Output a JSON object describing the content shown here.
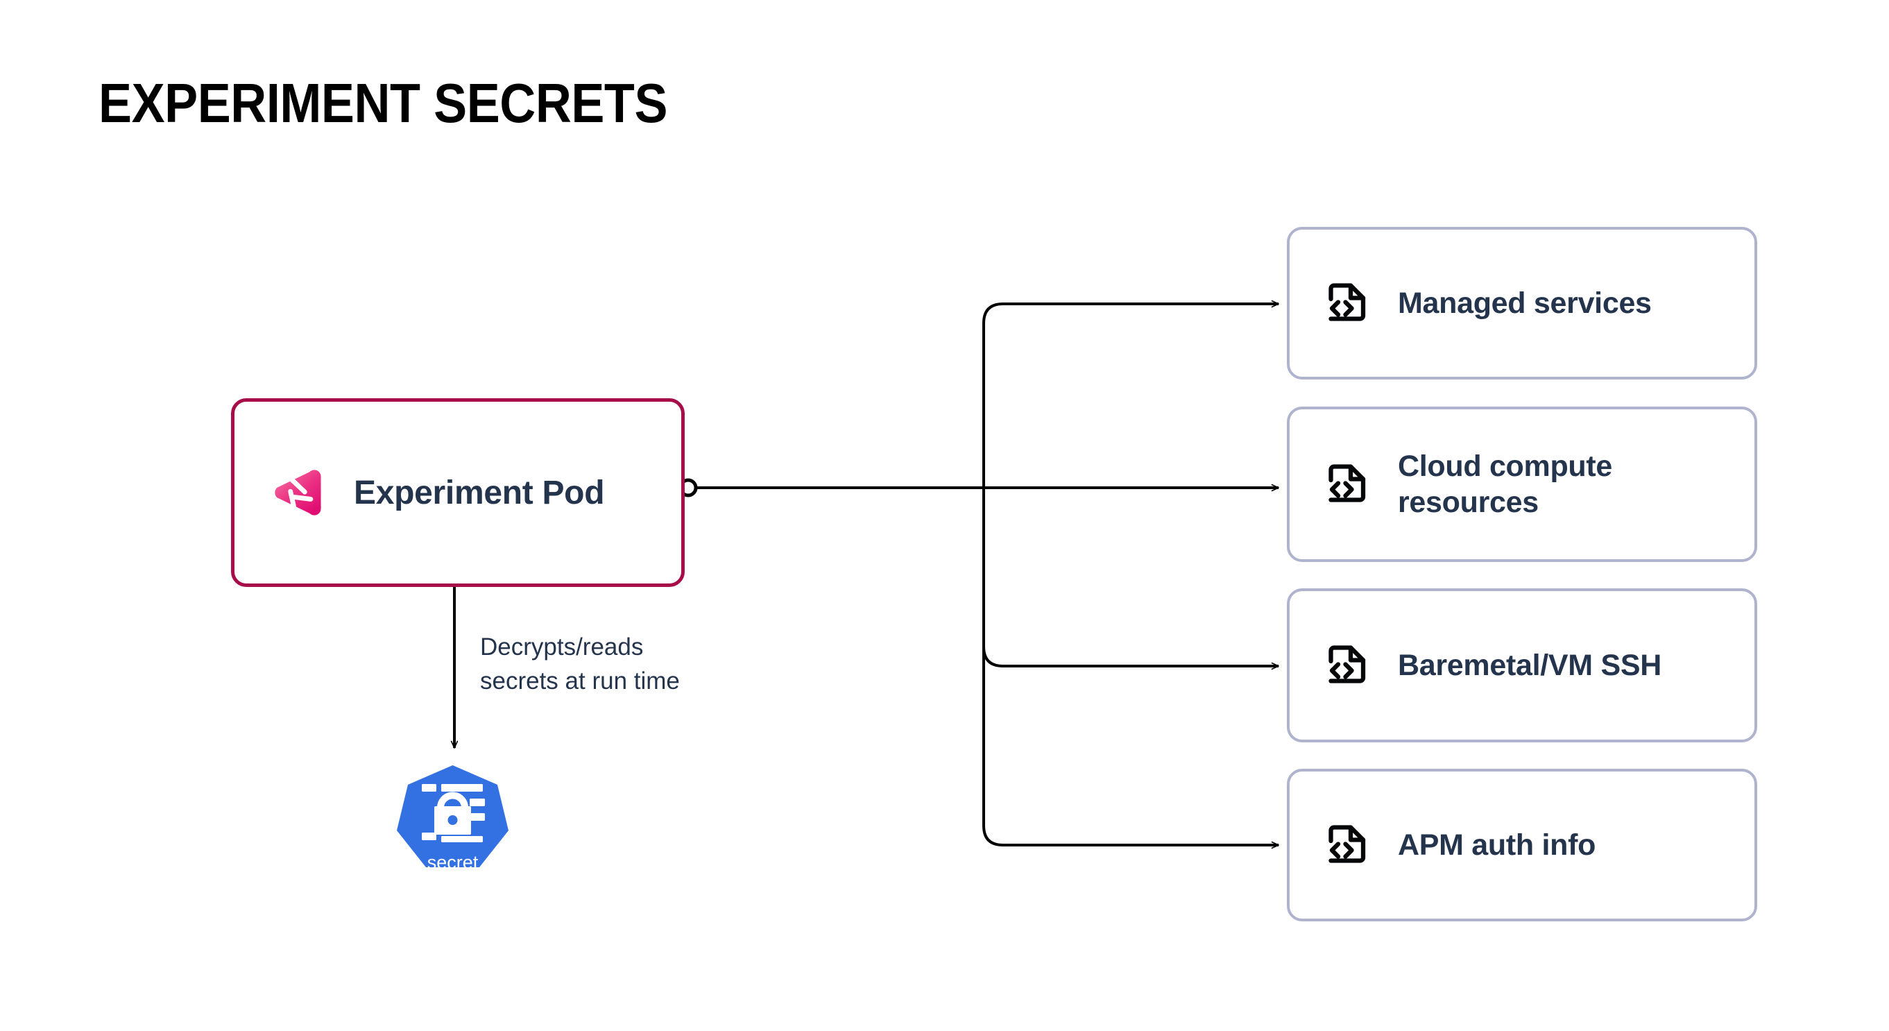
{
  "page": {
    "title": "EXPERIMENT SECRETS",
    "background_color": "#FFFFFF"
  },
  "colors": {
    "title_text": "#000000",
    "node_text": "#24344D",
    "pod_border": "#A60D49",
    "card_border": "#AFB3CD",
    "card_fill": "#FFFFFF",
    "connector_stroke": "#000000",
    "kubernetes_blue": "#3371E3",
    "logo_gradient_start": "#F0558C",
    "logo_gradient_end": "#E6187A"
  },
  "source_node": {
    "label": "Experiment Pod",
    "icon": "gremlin-logo-icon",
    "border_color": "#A60D49"
  },
  "secret_node": {
    "label": "secret",
    "icon": "kubernetes-secret-icon",
    "shape": "heptagon",
    "fill_color": "#3371E3"
  },
  "edges": [
    {
      "id": "pod-to-secret",
      "from": "Experiment Pod",
      "to": "secret",
      "label": "Decrypts/reads\nsecrets at run time",
      "direction": "down",
      "arrowhead": true
    },
    {
      "id": "pod-to-managed-services",
      "from": "Experiment Pod",
      "to": "Managed services",
      "arrowhead": true
    },
    {
      "id": "pod-to-cloud-compute",
      "from": "Experiment Pod",
      "to": "Cloud compute resources",
      "arrowhead": true
    },
    {
      "id": "pod-to-baremetal-vm-ssh",
      "from": "Experiment Pod",
      "to": "Baremetal/VM SSH",
      "arrowhead": true
    },
    {
      "id": "pod-to-apm-auth-info",
      "from": "Experiment Pod",
      "to": "APM auth info",
      "arrowhead": true
    }
  ],
  "target_cards": [
    {
      "label": "Managed services",
      "icon": "file-code-icon"
    },
    {
      "label": "Cloud compute resources",
      "icon": "file-code-icon"
    },
    {
      "label": "Baremetal/VM SSH",
      "icon": "file-code-icon"
    },
    {
      "label": "APM auth info",
      "icon": "file-code-icon"
    }
  ],
  "chart_data": {
    "type": "diagram",
    "diagram_kind": "flow-tree",
    "title": "EXPERIMENT SECRETS",
    "nodes": [
      {
        "id": "pod",
        "label": "Experiment Pod",
        "kind": "source-node"
      },
      {
        "id": "secret",
        "label": "secret",
        "kind": "kubernetes-resource"
      },
      {
        "id": "target0",
        "label": "Managed services",
        "kind": "target-card"
      },
      {
        "id": "target1",
        "label": "Cloud compute resources",
        "kind": "target-card"
      },
      {
        "id": "target2",
        "label": "Baremetal/VM SSH",
        "kind": "target-card"
      },
      {
        "id": "target3",
        "label": "APM auth info",
        "kind": "target-card"
      }
    ],
    "links": [
      {
        "source": "pod",
        "target": "secret",
        "label": "Decrypts/reads secrets at run time"
      },
      {
        "source": "pod",
        "target": "target0",
        "label": ""
      },
      {
        "source": "pod",
        "target": "target1",
        "label": ""
      },
      {
        "source": "pod",
        "target": "target2",
        "label": ""
      },
      {
        "source": "pod",
        "target": "target3",
        "label": ""
      }
    ]
  }
}
